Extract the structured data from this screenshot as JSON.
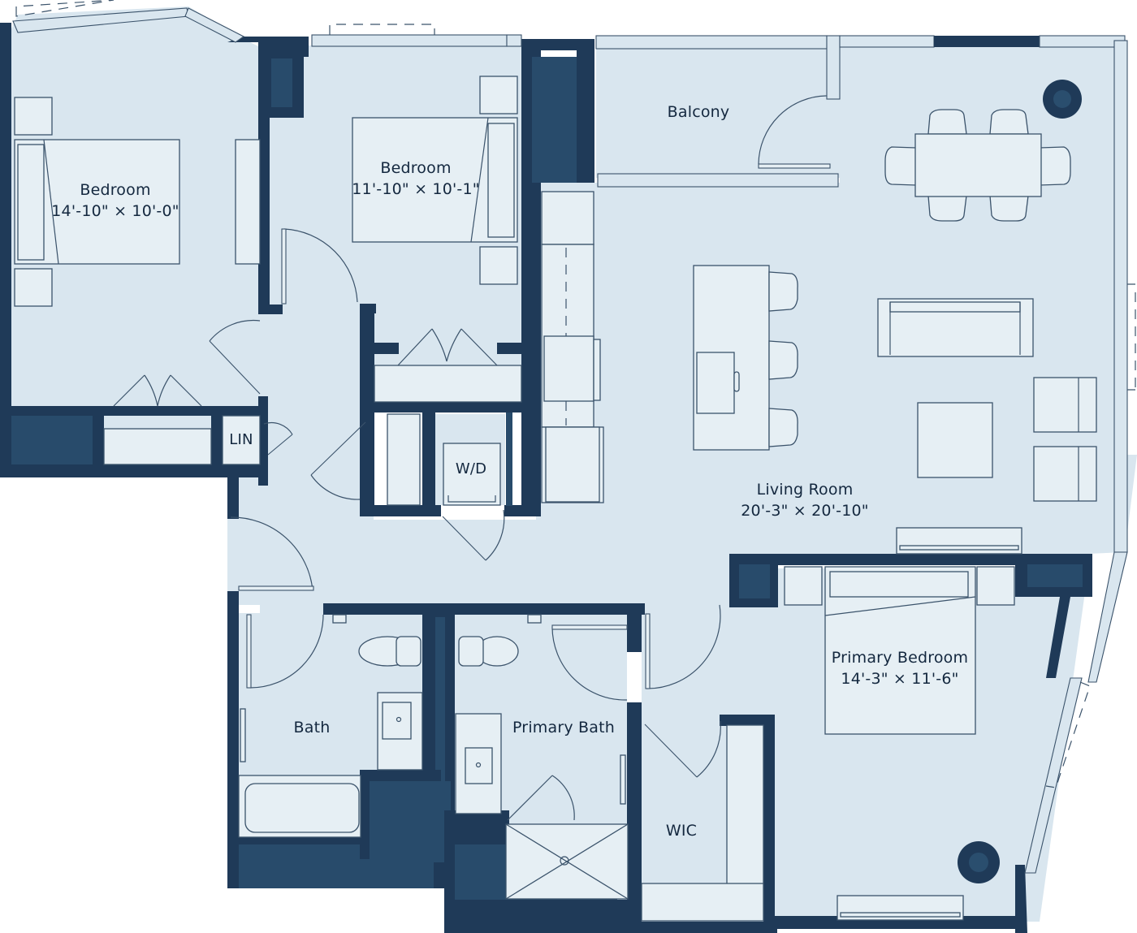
{
  "floorplan": {
    "rooms": [
      {
        "id": "bedroom-2",
        "name": "Bedroom",
        "dimensions": "14'-10\" × 10'-0\""
      },
      {
        "id": "bedroom-3",
        "name": "Bedroom",
        "dimensions": "11'-10\" × 10'-1\""
      },
      {
        "id": "balcony",
        "name": "Balcony",
        "dimensions": ""
      },
      {
        "id": "living-room",
        "name": "Living Room",
        "dimensions": "20'-3\" × 20'-10\""
      },
      {
        "id": "primary-bedroom",
        "name": "Primary Bedroom",
        "dimensions": "14'-3\" × 11'-6\""
      },
      {
        "id": "bath",
        "name": "Bath",
        "dimensions": ""
      },
      {
        "id": "primary-bath",
        "name": "Primary Bath",
        "dimensions": ""
      },
      {
        "id": "wic",
        "name": "WIC",
        "dimensions": ""
      },
      {
        "id": "linen",
        "name": "LIN",
        "dimensions": ""
      },
      {
        "id": "laundry",
        "name": "W/D",
        "dimensions": ""
      }
    ],
    "colors": {
      "wall": "#1f3a58",
      "wall_inner": "#284b6b",
      "floor": "#d9e6ef",
      "furniture": "#e6eff4",
      "outline": "#3b536b",
      "text": "#14283f"
    }
  }
}
